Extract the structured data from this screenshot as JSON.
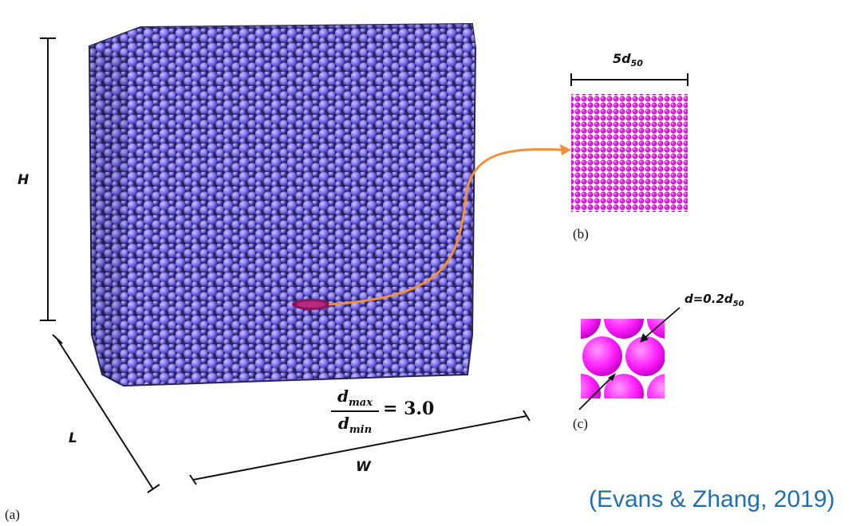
{
  "labels": {
    "height": "H",
    "length": "L",
    "width": "W",
    "sample_size": "5d",
    "sample_size_sub": "50",
    "particle_d": "d=0.2d",
    "particle_d_sub": "50",
    "panel_a": "(a)",
    "panel_b": "(b)",
    "panel_c": "(c)"
  },
  "equation": {
    "num": "d",
    "num_sub": "max",
    "den": "d",
    "den_sub": "min",
    "tail": "= 3.0"
  },
  "citation": "(Evans & Zhang, 2019)",
  "colors": {
    "particles": "#7b6ff0",
    "particle_edge": "#2a2450",
    "magenta": "#ff20ff",
    "arrow": "#f0913a",
    "citation": "#1f6fb5"
  }
}
